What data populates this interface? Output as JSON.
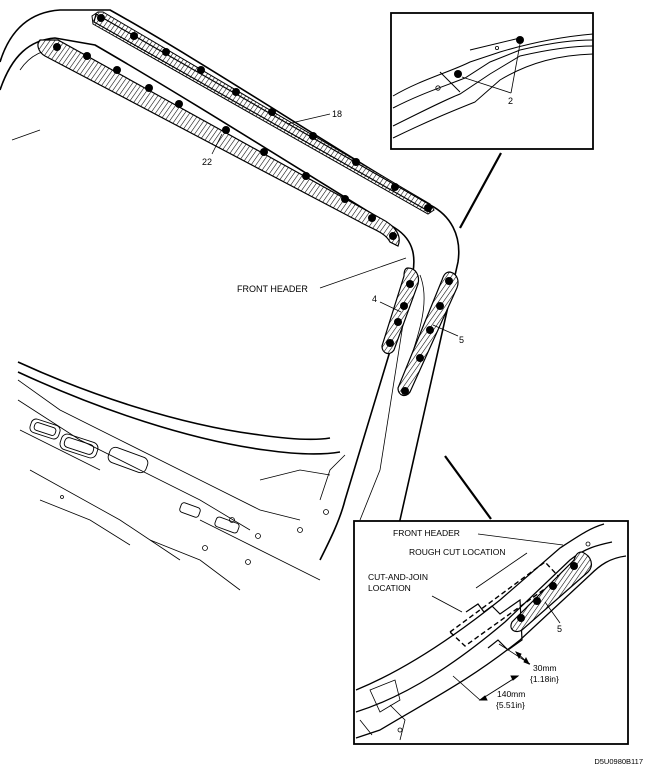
{
  "labels": {
    "callout_18": "18",
    "callout_22": "22",
    "callout_4": "4",
    "callout_5_main": "5",
    "callout_2": "2",
    "front_header_main": "FRONT HEADER",
    "front_header_detail": "FRONT HEADER",
    "rough_cut": "ROUGH CUT LOCATION",
    "cut_join_line1": "CUT-AND-JOIN",
    "cut_join_line2": "LOCATION",
    "callout_5_detail": "5",
    "dim_30_mm": "30mm",
    "dim_30_in": "{1.18in}",
    "dim_140_mm": "140mm",
    "dim_140_in": "{5.51in}",
    "figure_code": "D5U0980B117"
  },
  "colors": {
    "line": "#000000",
    "background": "#ffffff"
  }
}
